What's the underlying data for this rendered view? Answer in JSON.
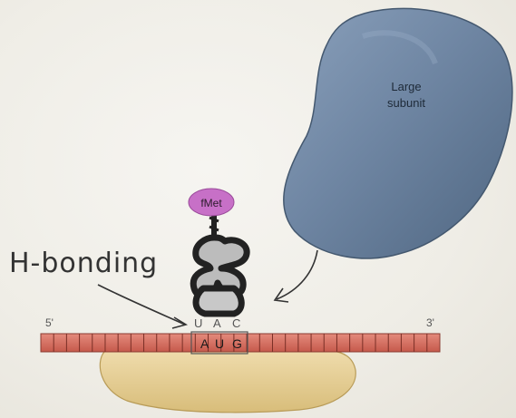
{
  "large_subunit": {
    "label_line1": "Large",
    "label_line2": "subunit",
    "color": "#6f86a3"
  },
  "small_subunit": {
    "color": "#e0c98a"
  },
  "amino_acid": {
    "label": "fMet",
    "color": "#c770c7"
  },
  "trna": {
    "color": "#2b2b2b",
    "anticodon": [
      "U",
      "A",
      "C"
    ]
  },
  "mrna": {
    "five_prime": "5'",
    "three_prime": "3'",
    "codon": [
      "A",
      "U",
      "G"
    ],
    "color": "#d97062",
    "segment_count": 31
  },
  "annotation": {
    "text": "H-bonding"
  },
  "icons": {
    "annotation_arrow": "curved-arrow-icon",
    "subunit_arrow": "curved-arrow-icon"
  }
}
